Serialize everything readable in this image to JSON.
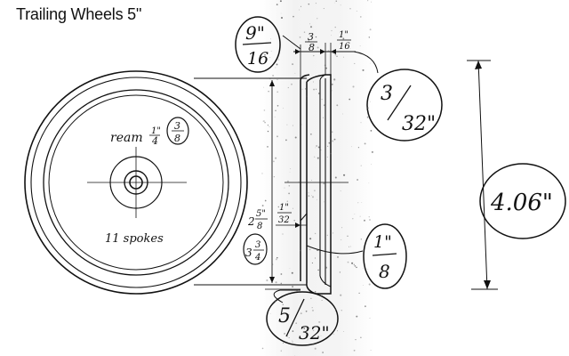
{
  "title": "Trailing Wheels 5\"",
  "front_view": {
    "ream_label": "ream",
    "ream_size": {
      "num": "1\"",
      "den": "4"
    },
    "ream_circled": {
      "num": "3",
      "den": "8"
    },
    "spokes_label": "11 spokes"
  },
  "section_view": {
    "dim_hub_width": {
      "num": "3",
      "den": "8"
    },
    "dim_rim_thickness": {
      "num": "1\"",
      "den": "16"
    },
    "dim_hub_depth_circled": {
      "num": "9\"",
      "den": "16"
    },
    "dim_flange_circled": {
      "num": "3",
      "den": "32\""
    },
    "dim_tread_diameter": {
      "whole": "2",
      "num": "5\"",
      "den": "8"
    },
    "dim_tread_diameter_circled": {
      "whole": "3",
      "num": "3",
      "den": "4"
    },
    "dim_step": {
      "num": "1\"",
      "den": "32"
    },
    "dim_step_circled": {
      "num": "1\"",
      "den": "8"
    },
    "dim_bottom_circled": {
      "num": "5",
      "den": "32\""
    },
    "dim_overall_circled": "4.06\""
  }
}
